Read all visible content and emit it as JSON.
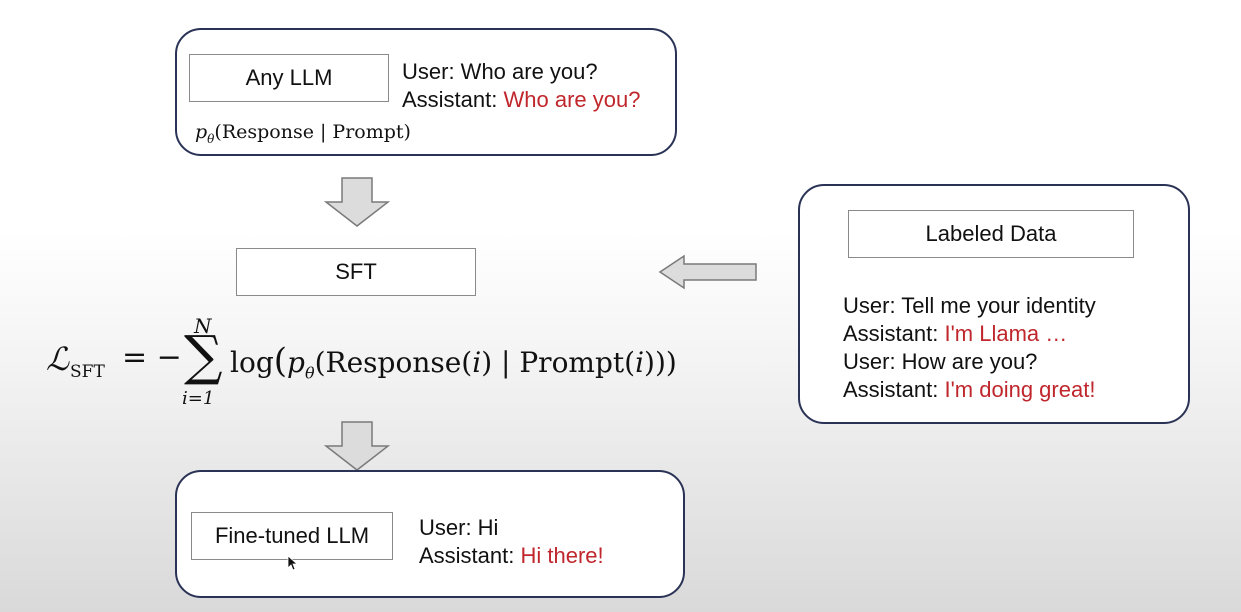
{
  "top_panel": {
    "model_box": "Any LLM",
    "user_line": "User: Who are you?",
    "assistant_prefix": "Assistant: ",
    "assistant_reply": "Who are you?",
    "formula_p": "p",
    "formula_theta": "θ",
    "formula_rest": "(Response | Prompt)"
  },
  "sft_box": "SFT",
  "loss": {
    "script_L": "ℒ",
    "sub": "SFT",
    "equals": "= −",
    "sigma": "∑",
    "upper": "N",
    "lower": "i=1",
    "log": "log",
    "paren_open": "(",
    "p": "p",
    "theta": "θ",
    "body": "(Response(",
    "i1": "i",
    "mid": ") | Prompt(",
    "i2": "i",
    "close": ")))"
  },
  "labeled_panel": {
    "title": "Labeled Data",
    "lines": [
      {
        "prefix": "User: Tell me your identity",
        "reply": ""
      },
      {
        "prefix": "Assistant: ",
        "reply": "I'm Llama …"
      },
      {
        "prefix": "User: How are you?",
        "reply": ""
      },
      {
        "prefix": "Assistant: ",
        "reply": "I'm doing great!"
      }
    ]
  },
  "bottom_panel": {
    "model_box": "Fine-tuned LLM",
    "user_line": "User: Hi",
    "assistant_prefix": "Assistant: ",
    "assistant_reply": "Hi there!"
  },
  "colors": {
    "panel_border": "#2a3355",
    "reply_red": "#c0272d",
    "arrow_fill": "#dcdcdc",
    "arrow_stroke": "#7a7a7a"
  }
}
